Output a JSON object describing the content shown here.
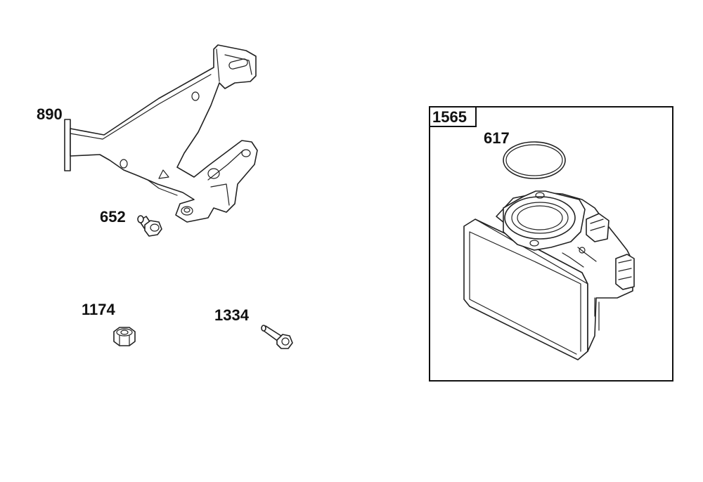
{
  "diagram": {
    "labels": {
      "bracket": "890",
      "bracket_screw": "652",
      "nut": "1174",
      "bolt": "1334",
      "kit": "1565",
      "gasket": "617"
    },
    "icons": [
      "bracket-icon",
      "screw-icon",
      "nut-icon",
      "bolt-icon",
      "gasket-icon",
      "throttle-body-icon"
    ]
  }
}
